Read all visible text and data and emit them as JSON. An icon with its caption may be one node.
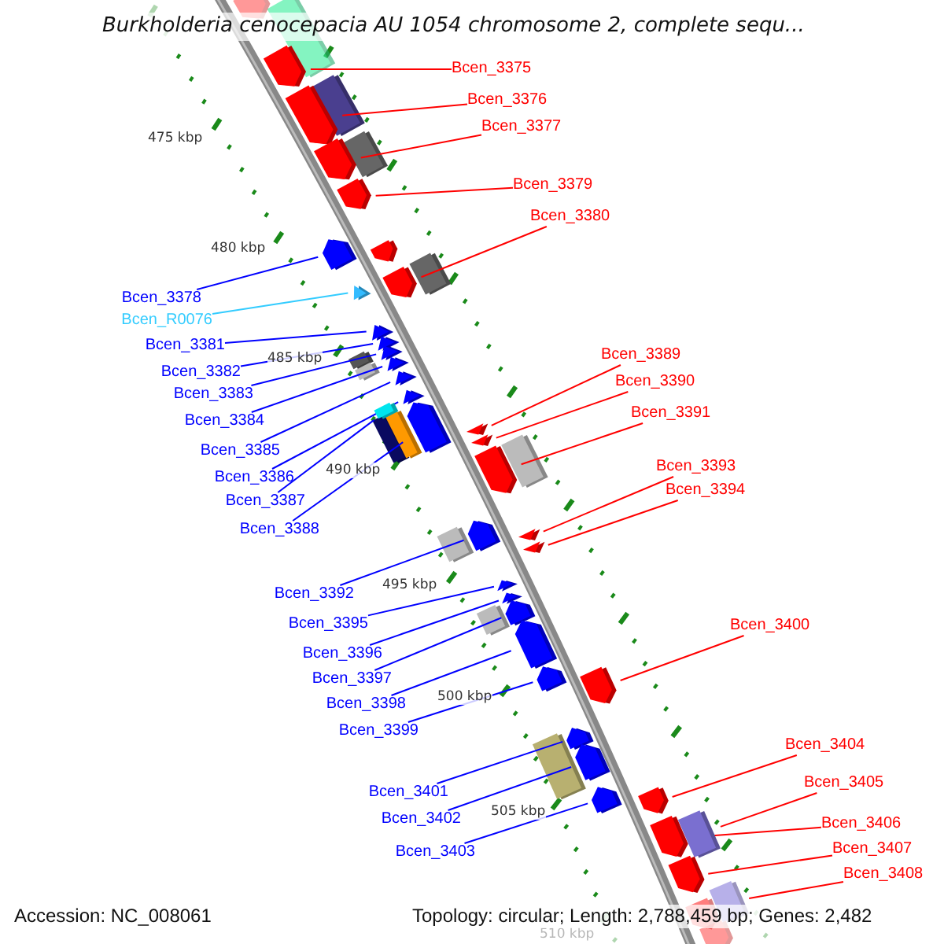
{
  "diagram": {
    "title": "Burkholderia cenocepacia AU 1054 chromosome 2, complete sequ...",
    "nodes": [
      {
        "text": [
          "Bcen_3375"
        ]
      },
      {
        "text": [
          "Bcen_3376"
        ]
      },
      {
        "text": [
          "Bcen_3377"
        ]
      },
      {
        "text": [
          "Bcen_3379"
        ]
      },
      {
        "text": [
          "Bcen_3380"
        ]
      },
      {
        "text": [
          "Bcen_3378"
        ]
      },
      {
        "text": [
          "Bcen_R0076"
        ]
      },
      {
        "text": [
          "Bcen_3381"
        ]
      },
      {
        "text": [
          "Bcen_3382"
        ]
      },
      {
        "text": [
          "Bcen_3383"
        ]
      },
      {
        "text": [
          "Bcen_3384"
        ]
      },
      {
        "text": [
          "Bcen_3385"
        ]
      },
      {
        "text": [
          "Bcen_3386"
        ]
      },
      {
        "text": [
          "Bcen_3387"
        ]
      },
      {
        "text": [
          "Bcen_3388"
        ]
      },
      {
        "text": [
          "Bcen_3389"
        ]
      },
      {
        "text": [
          "Bcen_3390"
        ]
      },
      {
        "text": [
          "Bcen_3391"
        ]
      },
      {
        "text": [
          "Bcen_3393"
        ]
      },
      {
        "text": [
          "Bcen_3394"
        ]
      },
      {
        "text": [
          "Bcen_3392"
        ]
      },
      {
        "text": [
          "Bcen_3395"
        ]
      },
      {
        "text": [
          "Bcen_3396"
        ]
      },
      {
        "text": [
          "Bcen_3397"
        ]
      },
      {
        "text": [
          "Bcen_3398"
        ]
      },
      {
        "text": [
          "Bcen_3399"
        ]
      },
      {
        "text": [
          "Bcen_3400"
        ]
      },
      {
        "text": [
          "Bcen_3401"
        ]
      },
      {
        "text": [
          "Bcen_3402"
        ]
      },
      {
        "text": [
          "Bcen_3403"
        ]
      },
      {
        "text": [
          "Bcen_3404"
        ]
      },
      {
        "text": [
          "Bcen_3405"
        ]
      },
      {
        "text": [
          "Bcen_3406"
        ]
      },
      {
        "text": [
          "Bcen_3407"
        ]
      },
      {
        "text": [
          "Bcen_3408"
        ]
      },
      {
        "text": [],
        "shape": "pentagon"
      },
      {
        "text": [],
        "shape": "pentagon"
      },
      {
        "text": [],
        "shape": "pentagon"
      },
      {
        "text": [],
        "shape": "pentagon"
      },
      {
        "text": [],
        "shape": "pentagon"
      },
      {
        "text": [],
        "shape": "pentagon"
      },
      {
        "text": [],
        "shape": "triangle"
      },
      {
        "text": [],
        "shape": "triangle"
      },
      {
        "text": [],
        "shape": "triangle"
      },
      {
        "text": [],
        "shape": "triangle"
      },
      {
        "text": [],
        "shape": "triangle"
      },
      {
        "text": [],
        "shape": "triangle"
      },
      {
        "text": [],
        "shape": "triangle"
      },
      {
        "text": [],
        "shape": "box"
      },
      {
        "text": [],
        "shape": "pentagon"
      },
      {
        "text": [],
        "shape": "triangle"
      },
      {
        "text": [],
        "shape": "triangle"
      },
      {
        "text": [],
        "shape": "pentagon"
      },
      {
        "text": [],
        "shape": "pentagon"
      },
      {
        "text": [],
        "shape": "triangle"
      },
      {
        "text": [],
        "shape": "triangle"
      },
      {
        "text": [],
        "shape": "triangle"
      },
      {
        "text": [],
        "shape": "triangle"
      },
      {
        "text": [],
        "shape": "pentagon"
      },
      {
        "text": [],
        "shape": "pentagon"
      },
      {
        "text": [],
        "shape": "pentagon"
      },
      {
        "text": [],
        "shape": "pentagon"
      },
      {
        "text": [],
        "shape": "pentagon"
      },
      {
        "text": [],
        "shape": "pentagon"
      },
      {
        "text": [],
        "shape": "pentagon"
      },
      {
        "text": [],
        "shape": "pentagon"
      },
      {
        "text": [],
        "shape": "box"
      },
      {
        "text": [],
        "shape": "pentagon"
      },
      {
        "text": [],
        "shape": "pentagon"
      },
      {
        "text": [],
        "shape": "box"
      },
      {
        "text": [],
        "shape": "pentagon"
      },
      {
        "text": [],
        "shape": "pentagon"
      },
      {
        "text": [],
        "shape": "pentagon"
      }
    ],
    "edges": [
      {
        "from": 0,
        "to": 35,
        "arrow": "none",
        "color": "#ff0000"
      },
      {
        "from": 1,
        "to": 36,
        "arrow": "none",
        "color": "#ff0000"
      },
      {
        "from": 2,
        "to": 37,
        "arrow": "none",
        "color": "#ff0000"
      },
      {
        "from": 3,
        "to": 38,
        "arrow": "none",
        "color": "#ff0000"
      },
      {
        "from": 4,
        "to": 40,
        "arrow": "none",
        "color": "#ff0000"
      },
      {
        "from": 5,
        "to": 39,
        "arrow": "none"
      },
      {
        "from": 6,
        "to": 41,
        "arrow": "none",
        "color": "#33ccff"
      },
      {
        "from": 7,
        "to": 42,
        "arrow": "none"
      },
      {
        "from": 8,
        "to": 43,
        "arrow": "none"
      },
      {
        "from": 9,
        "to": 44,
        "arrow": "none"
      },
      {
        "from": 10,
        "to": 45,
        "arrow": "none"
      },
      {
        "from": 11,
        "to": 46,
        "arrow": "none"
      },
      {
        "from": 12,
        "to": 47,
        "arrow": "none"
      },
      {
        "from": 13,
        "to": 48,
        "arrow": "none"
      },
      {
        "from": 14,
        "to": 49,
        "arrow": "none"
      },
      {
        "from": 15,
        "to": 50,
        "arrow": "none",
        "color": "#ff0000"
      },
      {
        "from": 16,
        "to": 51,
        "arrow": "none",
        "color": "#ff0000"
      },
      {
        "from": 17,
        "to": 52,
        "arrow": "none",
        "color": "#ff0000"
      },
      {
        "from": 18,
        "to": 54,
        "arrow": "none",
        "color": "#ff0000"
      },
      {
        "from": 19,
        "to": 55,
        "arrow": "none",
        "color": "#ff0000"
      },
      {
        "from": 20,
        "to": 53,
        "arrow": "none"
      },
      {
        "from": 21,
        "to": 56,
        "arrow": "none"
      },
      {
        "from": 22,
        "to": 57,
        "arrow": "none"
      },
      {
        "from": 23,
        "to": 58,
        "arrow": "none"
      },
      {
        "from": 24,
        "to": 59,
        "arrow": "none"
      },
      {
        "from": 25,
        "to": 60,
        "arrow": "none"
      },
      {
        "from": 26,
        "to": 61,
        "arrow": "none",
        "color": "#ff0000"
      },
      {
        "from": 27,
        "to": 62,
        "arrow": "none"
      },
      {
        "from": 28,
        "to": 63,
        "arrow": "none"
      },
      {
        "from": 29,
        "to": 64,
        "arrow": "none"
      },
      {
        "from": 30,
        "to": 65,
        "arrow": "none",
        "color": "#ff0000"
      },
      {
        "from": 31,
        "to": 66,
        "arrow": "none",
        "color": "#ff0000"
      },
      {
        "from": 32,
        "to": 67,
        "arrow": "none",
        "color": "#ff0000"
      },
      {
        "from": 33,
        "to": 68,
        "arrow": "none",
        "color": "#ff0000"
      },
      {
        "from": 34,
        "to": 69,
        "arrow": "none",
        "color": "#ff0000"
      }
    ],
    "labels": [
      "475 kbp",
      "480 kbp",
      "485 kbp",
      "490 kbp",
      "495 kbp",
      "500 kbp",
      "505 kbp",
      "510 kbp",
      "Accession: NC_008061",
      "Topology: circular; Length: 2,788,459 bp; Genes: 2,482"
    ]
  }
}
